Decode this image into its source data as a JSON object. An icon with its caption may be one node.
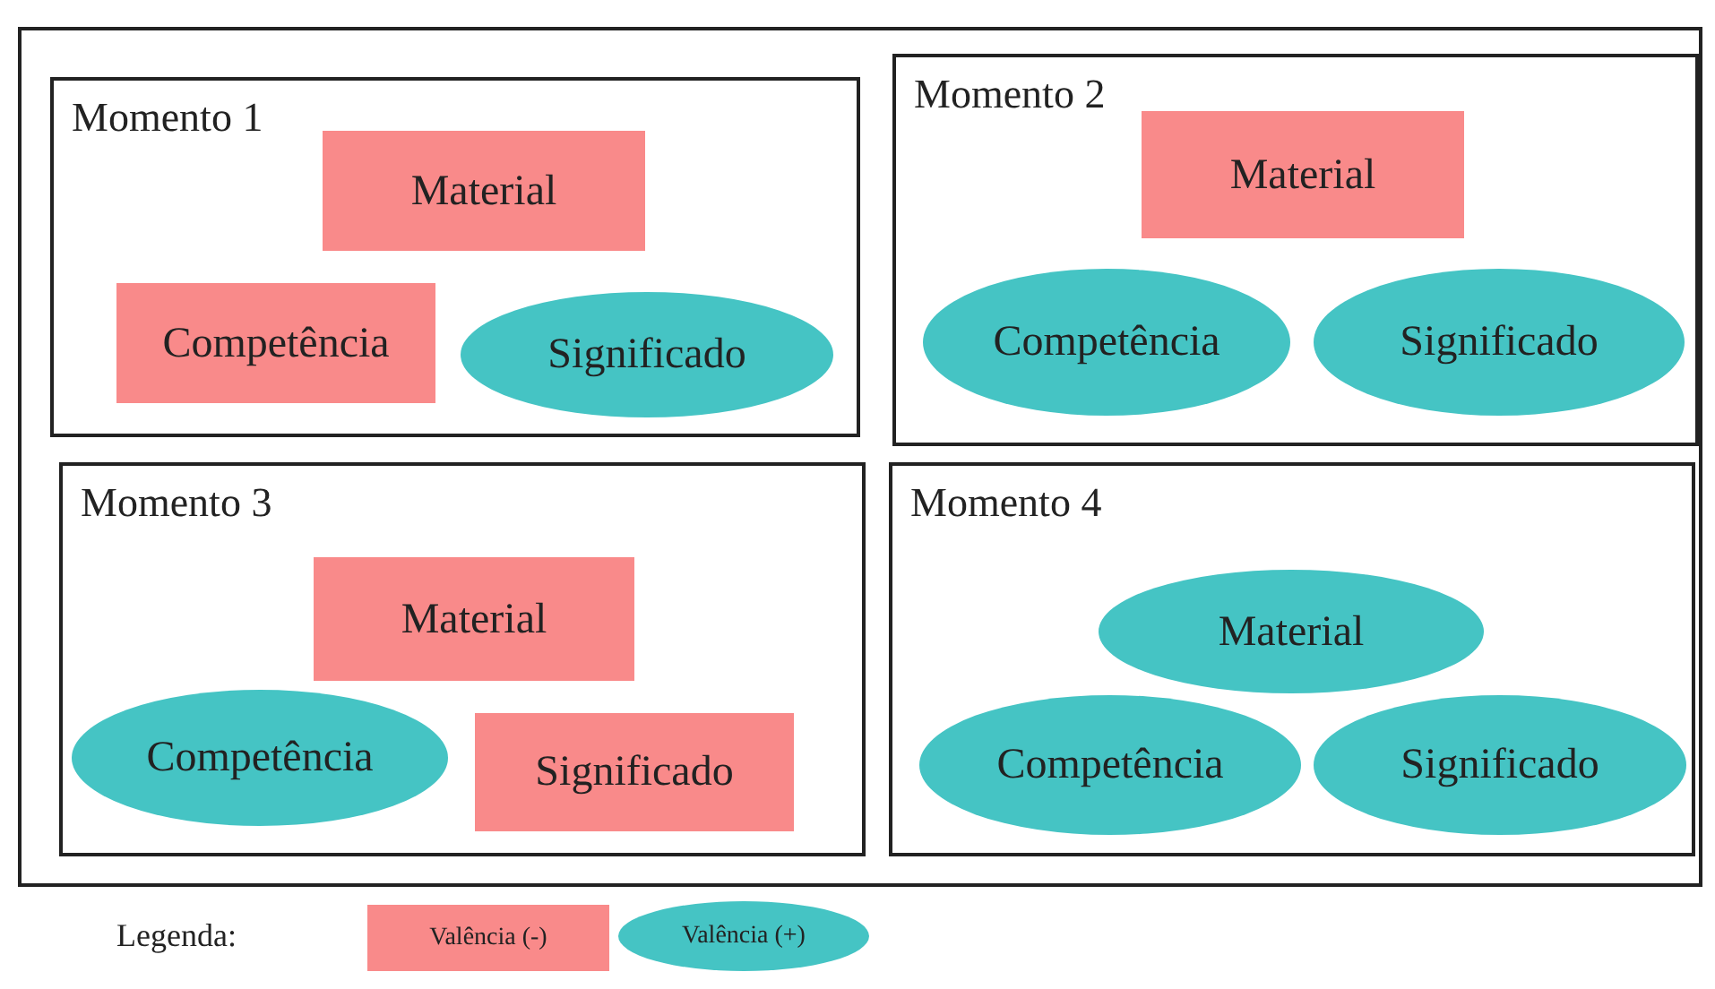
{
  "diagram": {
    "nodes": [
      {
        "text": [],
        "shape": "box"
      },
      {
        "text": [
          "Momento 1"
        ],
        "in": 0
      },
      {
        "text": [
          "Material"
        ],
        "in": 1
      },
      {
        "text": [
          "Competência"
        ],
        "in": 1
      },
      {
        "text": [
          "Significado"
        ],
        "in": 1
      },
      {
        "text": [
          "Momento 2"
        ],
        "in": 0
      },
      {
        "text": [
          "Material"
        ],
        "in": 5
      },
      {
        "text": [
          "Competência"
        ],
        "in": 5
      },
      {
        "text": [
          "Significado"
        ],
        "in": 5
      },
      {
        "text": [
          "Momento 3"
        ],
        "in": 0
      },
      {
        "text": [
          "Material"
        ],
        "in": 9
      },
      {
        "text": [
          "Competência"
        ],
        "in": 9
      },
      {
        "text": [
          "Significado"
        ],
        "in": 9
      },
      {
        "text": [
          "Momento 4"
        ],
        "in": 0
      },
      {
        "text": [
          "Material"
        ],
        "in": 13
      },
      {
        "text": [
          "Competência"
        ],
        "in": 13
      },
      {
        "text": [
          "Significado"
        ],
        "in": 13
      }
    ],
    "labels": [
      "Legenda:"
    ],
    "legend": [
      {
        "text": "Valência (-)",
        "color": "#f98a8a"
      },
      {
        "text": "Valência (+)",
        "color": "#45c4c4"
      }
    ]
  }
}
